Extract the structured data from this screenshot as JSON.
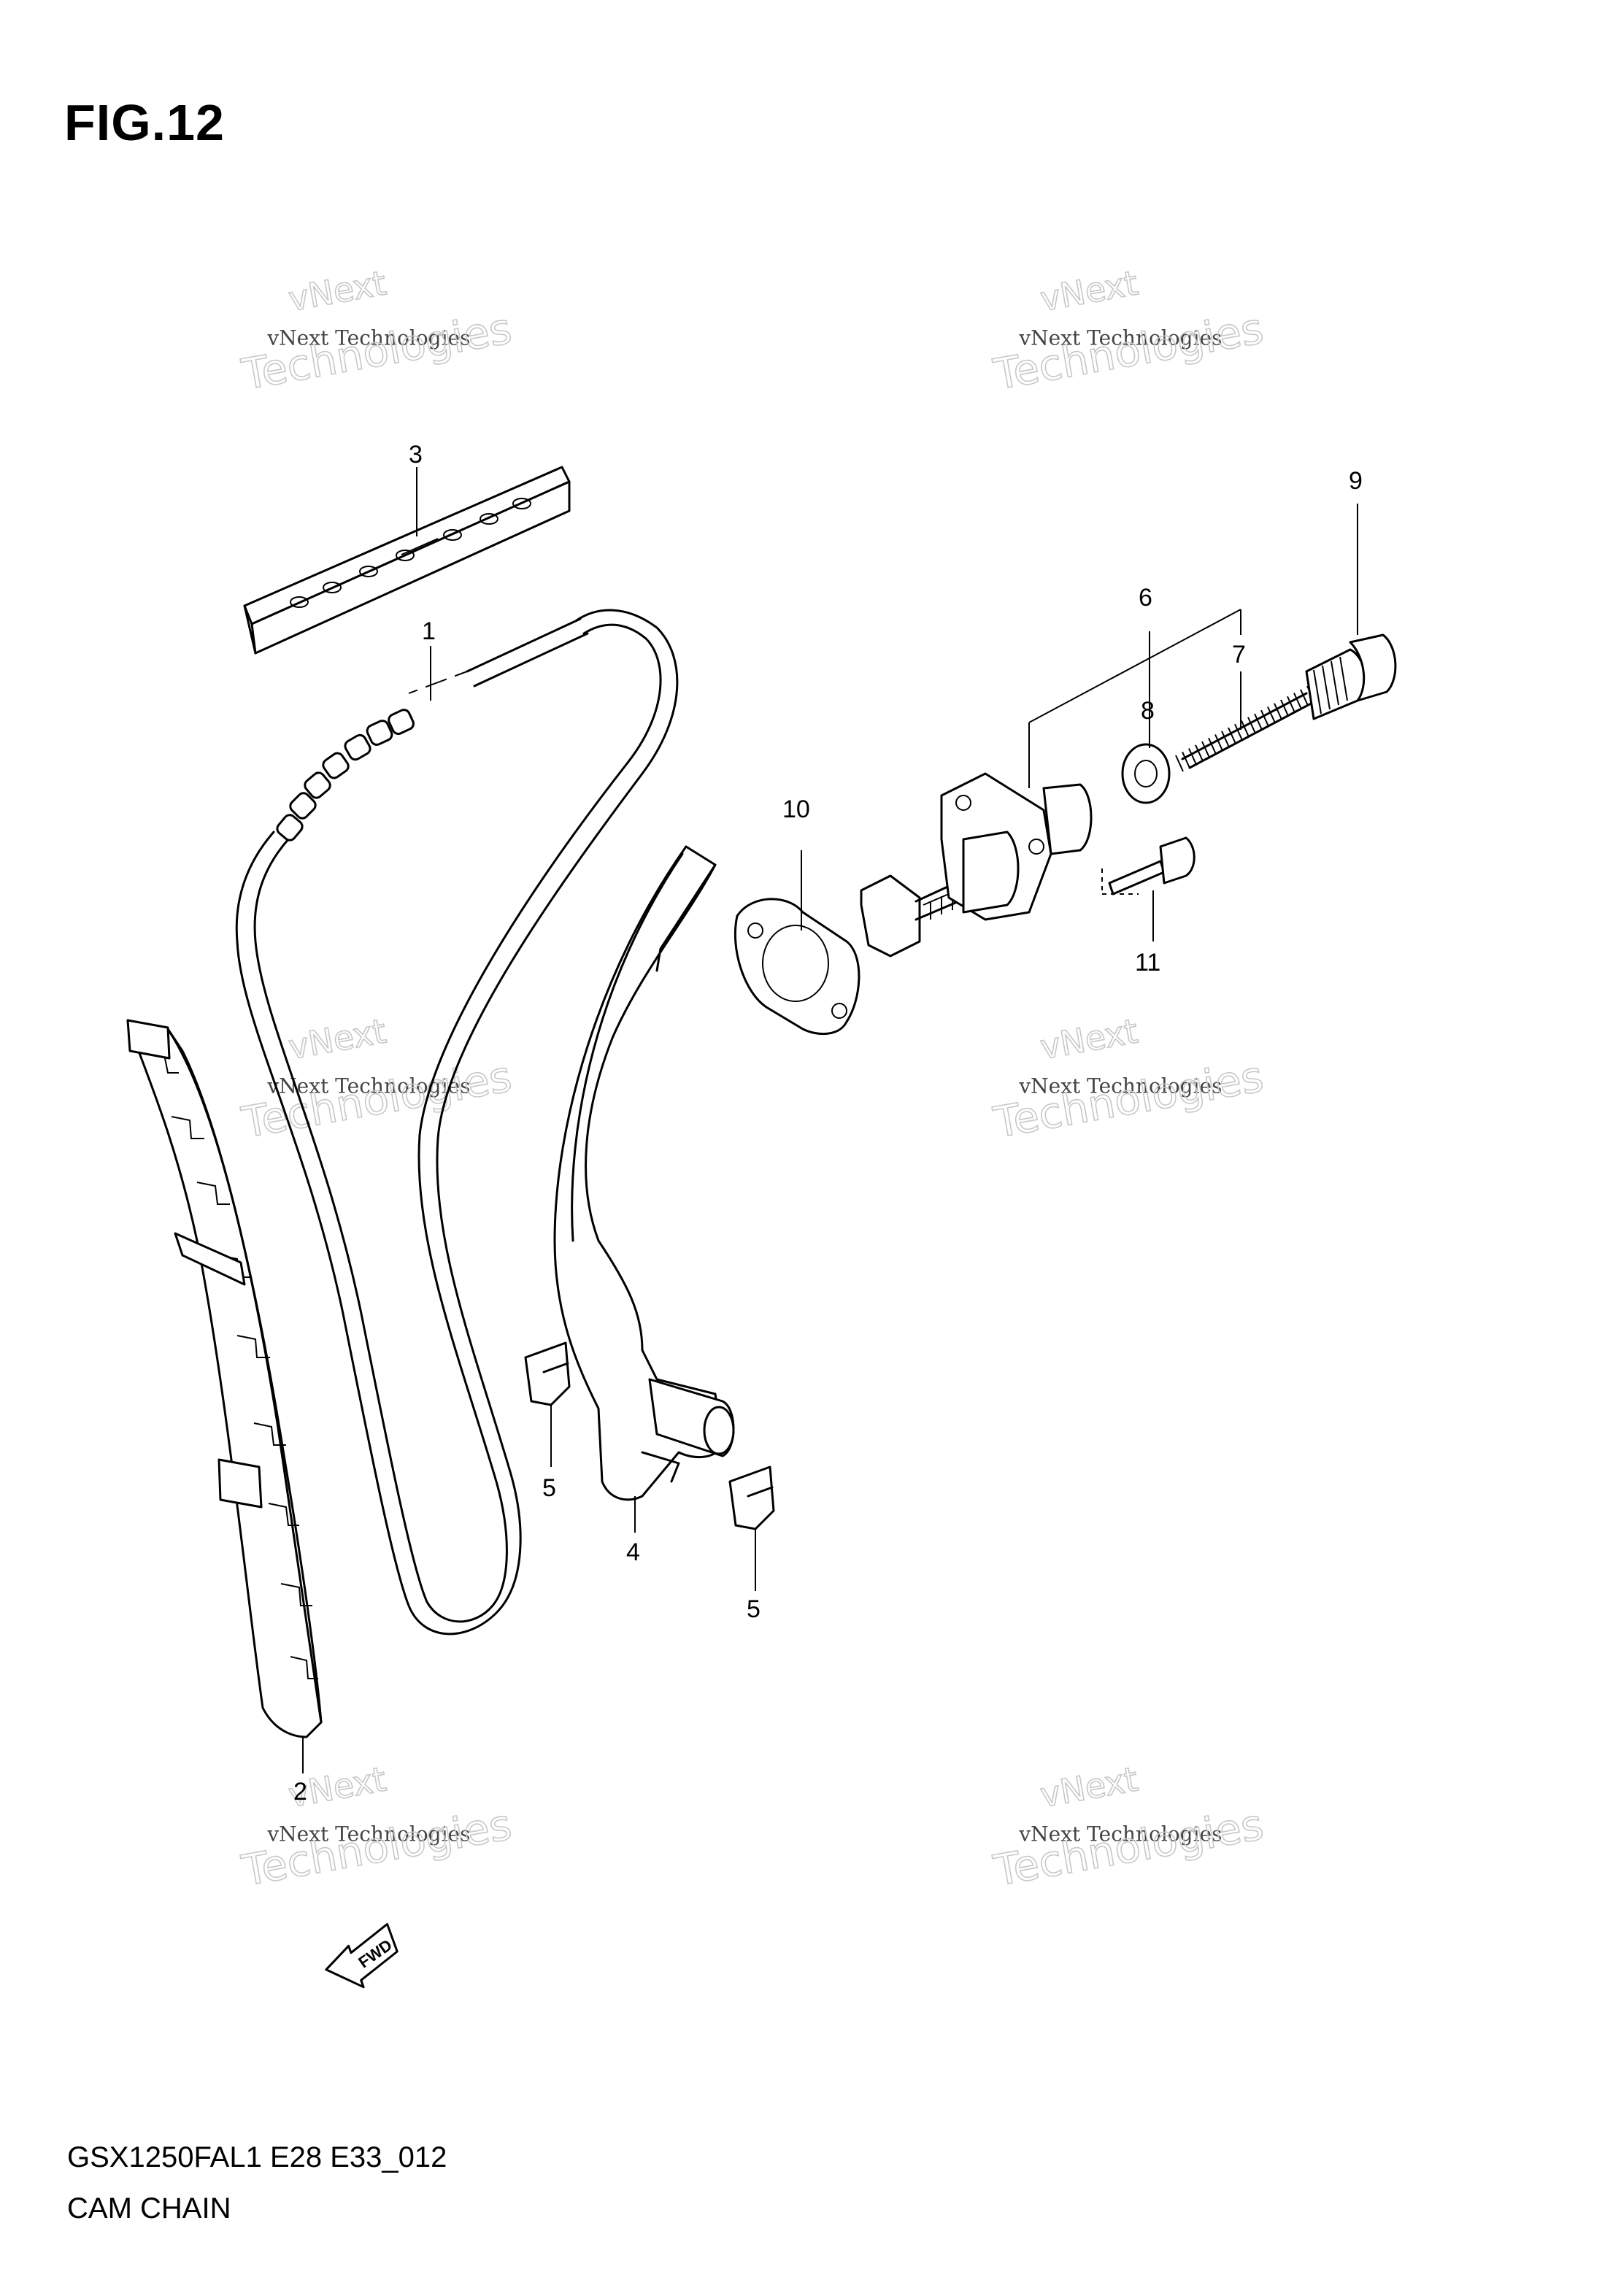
{
  "figure": {
    "title": "FIG.12",
    "model_code": "GSX1250FAL1 E28 E33_012",
    "name": "CAM CHAIN",
    "fwd_label": "FWD"
  },
  "callouts": [
    "1",
    "2",
    "3",
    "4",
    "5",
    "5",
    "6",
    "7",
    "8",
    "9",
    "10",
    "11"
  ],
  "watermark": {
    "line1": "vNext",
    "line2": "vNext Technologies",
    "line3": "Technologies"
  }
}
